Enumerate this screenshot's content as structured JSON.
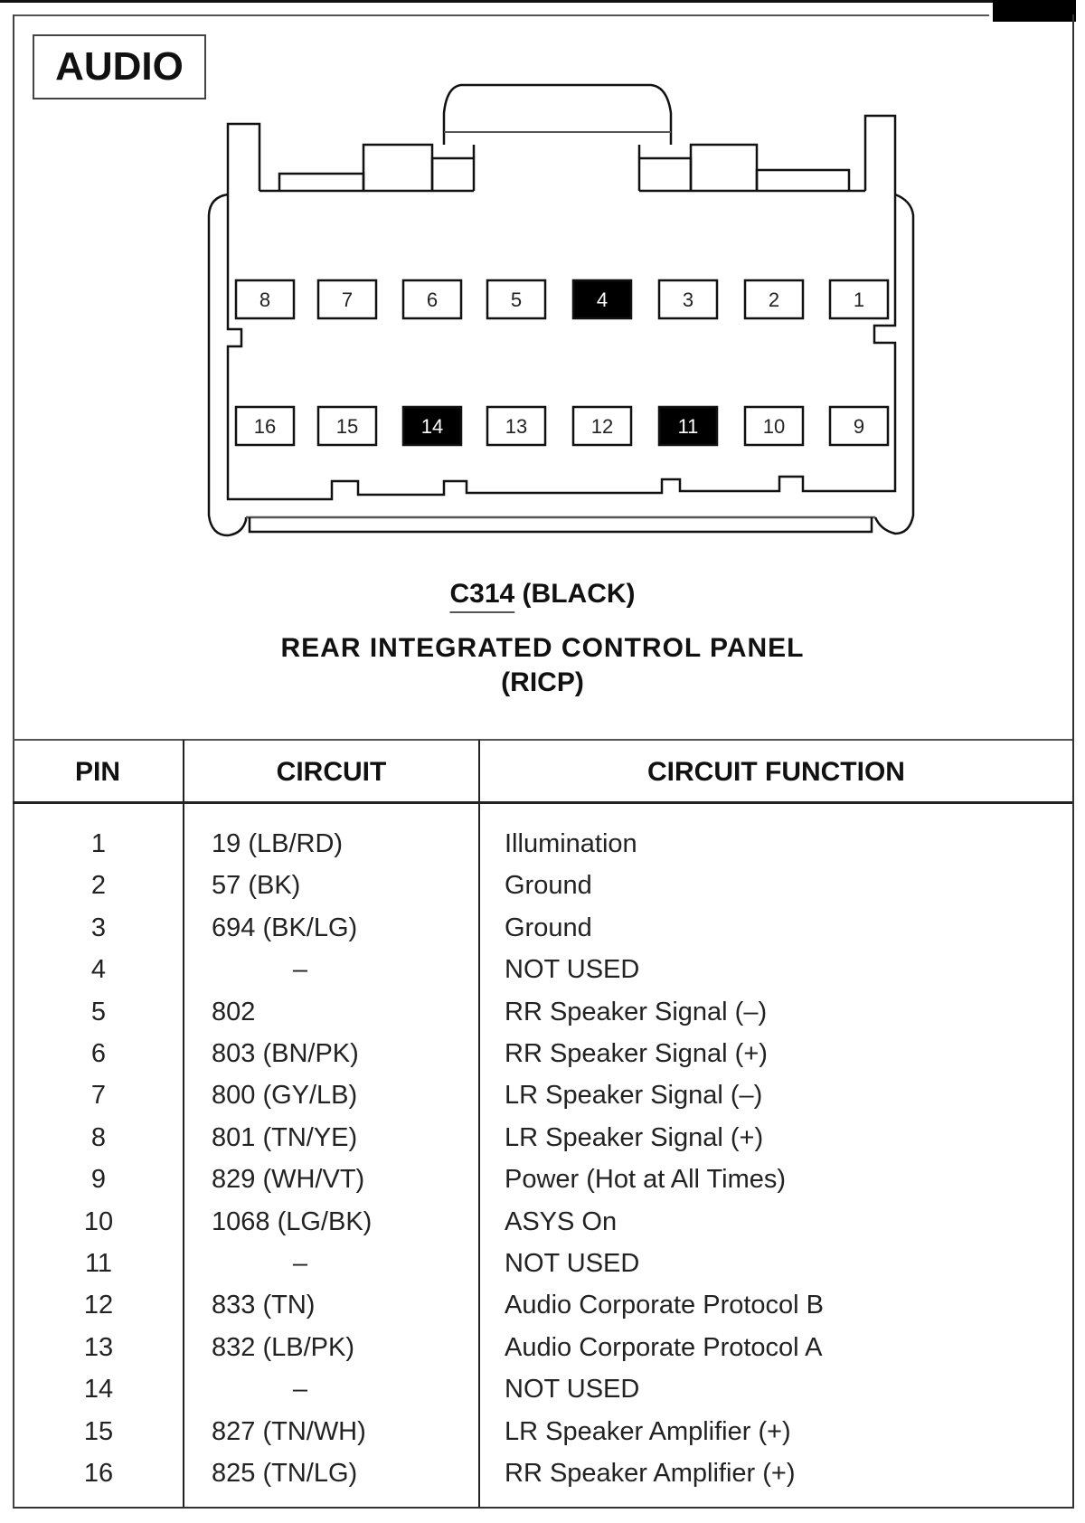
{
  "section_label": "AUDIO",
  "connector": {
    "code": "C314",
    "color_label": "(BLACK)",
    "name_line1": "REAR INTEGRATED CONTROL PANEL",
    "name_line2": "(RICP)",
    "top_row_pins": [
      "8",
      "7",
      "6",
      "5",
      "4",
      "3",
      "2",
      "1"
    ],
    "bottom_row_pins": [
      "16",
      "15",
      "14",
      "13",
      "12",
      "11",
      "10",
      "9"
    ],
    "unused_pins": [
      "4",
      "11",
      "14"
    ],
    "fill_used": "#ffffff",
    "fill_unused": "#000000"
  },
  "table": {
    "headers": [
      "PIN",
      "CIRCUIT",
      "CIRCUIT FUNCTION"
    ],
    "rows": [
      {
        "pin": "1",
        "circuit": "19 (LB/RD)",
        "function": "Illumination"
      },
      {
        "pin": "2",
        "circuit": "57 (BK)",
        "function": "Ground"
      },
      {
        "pin": "3",
        "circuit": "694 (BK/LG)",
        "function": "Ground"
      },
      {
        "pin": "4",
        "circuit": "–",
        "function": "NOT USED"
      },
      {
        "pin": "5",
        "circuit": "802",
        "function": "RR Speaker Signal (–)"
      },
      {
        "pin": "6",
        "circuit": "803 (BN/PK)",
        "function": "RR Speaker Signal (+)"
      },
      {
        "pin": "7",
        "circuit": "800 (GY/LB)",
        "function": "LR Speaker Signal (–)"
      },
      {
        "pin": "8",
        "circuit": "801 (TN/YE)",
        "function": "LR Speaker Signal (+)"
      },
      {
        "pin": "9",
        "circuit": "829 (WH/VT)",
        "function": "Power (Hot at All Times)"
      },
      {
        "pin": "10",
        "circuit": "1068 (LG/BK)",
        "function": "ASYS On"
      },
      {
        "pin": "11",
        "circuit": "–",
        "function": "NOT USED"
      },
      {
        "pin": "12",
        "circuit": "833 (TN)",
        "function": "Audio Corporate Protocol B"
      },
      {
        "pin": "13",
        "circuit": "832 (LB/PK)",
        "function": "Audio Corporate Protocol A"
      },
      {
        "pin": "14",
        "circuit": "–",
        "function": "NOT USED"
      },
      {
        "pin": "15",
        "circuit": "827 (TN/WH)",
        "function": "LR Speaker Amplifier (+)"
      },
      {
        "pin": "16",
        "circuit": "825 (TN/LG)",
        "function": "RR Speaker Amplifier (+)"
      }
    ]
  }
}
